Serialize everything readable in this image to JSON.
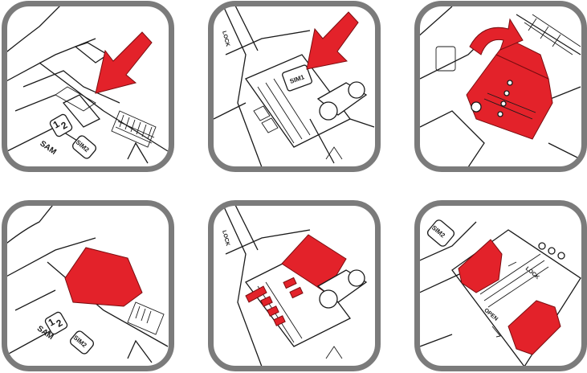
{
  "colors": {
    "accent_red": "#e3222a",
    "frame_grey": "#7b7b7b",
    "line": "#1a1a1a"
  },
  "steps": [
    {
      "labels": {
        "sam": "SAM",
        "one": "1",
        "two": "2",
        "sim2": "SIM2"
      },
      "icon": "insert-arrow-icon"
    },
    {
      "labels": {
        "lock": "LOCK",
        "sim1": "SIM1"
      },
      "icon": "insert-arrow-icon"
    },
    {
      "labels": {},
      "icon": "open-flip-arrow-icon"
    },
    {
      "labels": {
        "sam": "SAM",
        "one": "1",
        "two": "2",
        "sim2": "SIM2"
      },
      "icon": "sim-card-inserted-icon"
    },
    {
      "labels": {
        "lock": "LOCK"
      },
      "icon": "sim-card-placed-icon"
    },
    {
      "labels": {
        "sim2": "SIM2",
        "lock": "LOCK",
        "open": "OPEN"
      },
      "icon": "sim-tray-closed-icon"
    }
  ]
}
